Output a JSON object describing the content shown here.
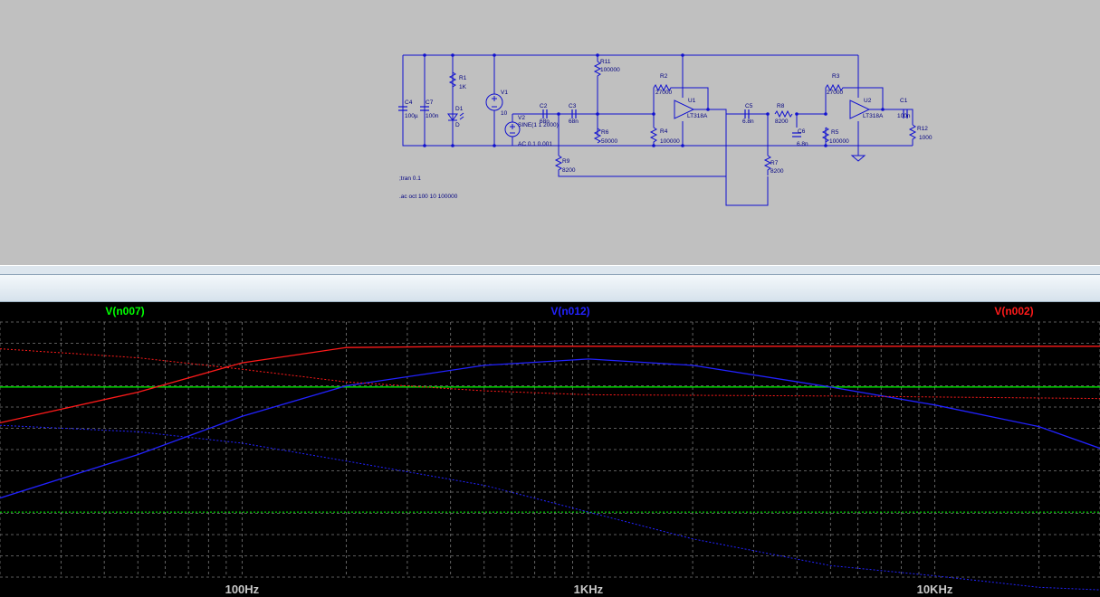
{
  "schematic": {
    "components": {
      "C4": {
        "ref": "C4",
        "value": "100µ"
      },
      "C7": {
        "ref": "C7",
        "value": "100n"
      },
      "R1": {
        "ref": "R1",
        "value": "1K"
      },
      "D1": {
        "ref": "D1",
        "value": "D"
      },
      "V1": {
        "ref": "V1",
        "value": "10"
      },
      "V2": {
        "ref": "V2",
        "value": "SINE(1 1 2000)",
        "ac": "AC 0.1 0.001"
      },
      "C2": {
        "ref": "C2",
        "value": "68n"
      },
      "C3": {
        "ref": "C3",
        "value": "68n"
      },
      "R11": {
        "ref": "R11",
        "value": "100000"
      },
      "R6": {
        "ref": "R6",
        "value": "50000"
      },
      "R9": {
        "ref": "R9",
        "value": "8200"
      },
      "R2": {
        "ref": "R2",
        "value": "27000"
      },
      "U1": {
        "ref": "U1",
        "value": "LT318A"
      },
      "R4": {
        "ref": "R4",
        "value": "100000"
      },
      "C5": {
        "ref": "C5",
        "value": "6.8n"
      },
      "R8": {
        "ref": "R8",
        "value": "8200"
      },
      "C6": {
        "ref": "C6",
        "value": "6.8n"
      },
      "R7": {
        "ref": "R7",
        "value": "8200"
      },
      "R3": {
        "ref": "R3",
        "value": "27000"
      },
      "U2": {
        "ref": "U2",
        "value": "LT318A"
      },
      "R5": {
        "ref": "R5",
        "value": "100000"
      },
      "C1": {
        "ref": "C1",
        "value": "100n"
      },
      "R12": {
        "ref": "R12",
        "value": "1000"
      }
    },
    "directives": {
      "tran": ";tran 0.1",
      "ac": ".ac oct 100 10 100000"
    }
  },
  "colors": {
    "wire": "#1010d0",
    "background_schematic": "#c0c0c0",
    "plot_background": "#000000",
    "grid": "#7a7a7a",
    "trace_green": "#00ff00",
    "trace_blue": "#2222ff",
    "trace_red": "#ff1a1a"
  },
  "chart_data": {
    "type": "line",
    "x_scale": "log",
    "xlim": [
      20,
      30000
    ],
    "x_tick_labels": [
      {
        "x": 100,
        "label": "100Hz"
      },
      {
        "x": 1000,
        "label": "1KHz"
      },
      {
        "x": 10000,
        "label": "10KHz"
      }
    ],
    "grid": true,
    "series": [
      {
        "name": "V(n007)",
        "color": "#00ff00",
        "magnitude": [
          [
            20,
            0.255
          ],
          [
            30000,
            0.255
          ]
        ],
        "phase": [
          [
            20,
            0.745
          ],
          [
            30000,
            0.745
          ]
        ]
      },
      {
        "name": "V(n012)",
        "color": "#2222ff",
        "magnitude": [
          [
            20,
            0.69
          ],
          [
            50,
            0.52
          ],
          [
            100,
            0.37
          ],
          [
            200,
            0.25
          ],
          [
            500,
            0.17
          ],
          [
            1000,
            0.145
          ],
          [
            2000,
            0.17
          ],
          [
            5000,
            0.255
          ],
          [
            10000,
            0.325
          ],
          [
            20000,
            0.41
          ],
          [
            30000,
            0.495
          ]
        ],
        "phase": [
          [
            20,
            0.405
          ],
          [
            50,
            0.43
          ],
          [
            100,
            0.475
          ],
          [
            200,
            0.545
          ],
          [
            500,
            0.64
          ],
          [
            1000,
            0.745
          ],
          [
            2000,
            0.85
          ],
          [
            5000,
            0.955
          ],
          [
            10000,
            0.995
          ],
          [
            20000,
            1.04
          ],
          [
            30000,
            1.05
          ]
        ]
      },
      {
        "name": "V(n002)",
        "color": "#ff1a1a",
        "magnitude": [
          [
            20,
            0.395
          ],
          [
            50,
            0.275
          ],
          [
            100,
            0.16
          ],
          [
            200,
            0.1
          ],
          [
            500,
            0.095
          ],
          [
            30000,
            0.095
          ]
        ],
        "phase": [
          [
            20,
            0.105
          ],
          [
            50,
            0.14
          ],
          [
            100,
            0.185
          ],
          [
            200,
            0.235
          ],
          [
            500,
            0.27
          ],
          [
            1000,
            0.285
          ],
          [
            5000,
            0.29
          ],
          [
            30000,
            0.3
          ]
        ]
      }
    ]
  }
}
